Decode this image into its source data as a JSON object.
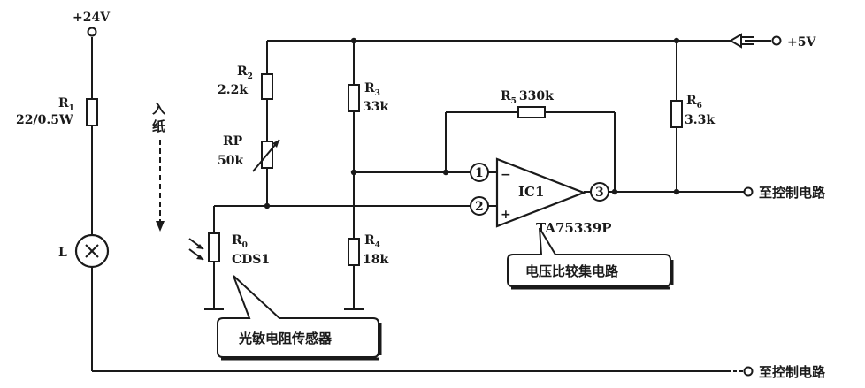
{
  "labels": {
    "v24": "+24V",
    "v5": "+5V",
    "r1_name": "R",
    "r1_sub": "1",
    "r1_value": "22/0.5W",
    "r2_name": "R",
    "r2_sub": "2",
    "r2_value": "2.2k",
    "rp_name": "RP",
    "rp_value": "50k",
    "r3_name": "R",
    "r3_sub": "3",
    "r3_value": "33k",
    "r4_name": "R",
    "r4_sub": "4",
    "r4_value": "18k",
    "r5_name": "R",
    "r5_sub": "5",
    "r5_value": "330k",
    "r6_name": "R",
    "r6_sub": "6",
    "r6_value": "3.3k",
    "r0_name": "R",
    "r0_sub": "0",
    "r0_value": "CDS1",
    "lamp": "L",
    "paper_in_1": "入",
    "paper_in_2": "纸",
    "ic_name": "IC1",
    "ic_part": "TA75339P",
    "pin1": "1",
    "pin2": "2",
    "pin3": "3",
    "minus": "−",
    "plus": "+",
    "out_top": "至控制电路",
    "out_bottom": "至控制电路",
    "callout_comparator": "电压比较集电路",
    "callout_sensor": "光敏电阻传感器"
  }
}
